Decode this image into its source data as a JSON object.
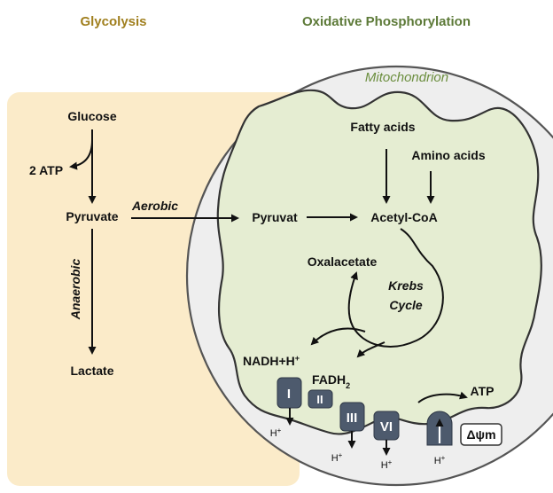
{
  "headers": {
    "glycolysis": "Glycolysis",
    "oxphos": "Oxidative Phosphorylation"
  },
  "cytoplasm": {
    "glucose": "Glucose",
    "atp_2": "2 ATP",
    "pyruvate": "Pyruvate",
    "aerobic": "Aerobic",
    "anaerobic": "Anaerobic",
    "lactate": "Lactate"
  },
  "mitochondrion": {
    "label": "Mitochondrion",
    "fatty_acids": "Fatty acids",
    "amino_acids": "Amino acids",
    "pyruvat": "Pyruvat",
    "acetyl_coa": "Acetyl-CoA",
    "oxalacetate": "Oxalacetate",
    "krebs_line1": "Krebs",
    "krebs_line2": "Cycle",
    "nadh": "NADH+H",
    "nadh_sup": "+",
    "fadh2": "FADH",
    "fadh2_sub": "2",
    "atp": "ATP",
    "delta_psi": "Δψm"
  },
  "complexes": {
    "c1": "I",
    "c2": "II",
    "c3": "III",
    "c6": "VI"
  },
  "protons": {
    "base": "H",
    "sup": "+"
  },
  "colors": {
    "cytoplasm": "#FBEBC9",
    "matrix": "#E5EDD2",
    "mito_outer": "#EEEEEE",
    "complex": "#4D5A6D",
    "glycolysis_header": "#A07F1E",
    "oxphos_header": "#5D7A38",
    "mito_label": "#6B8E3E"
  }
}
